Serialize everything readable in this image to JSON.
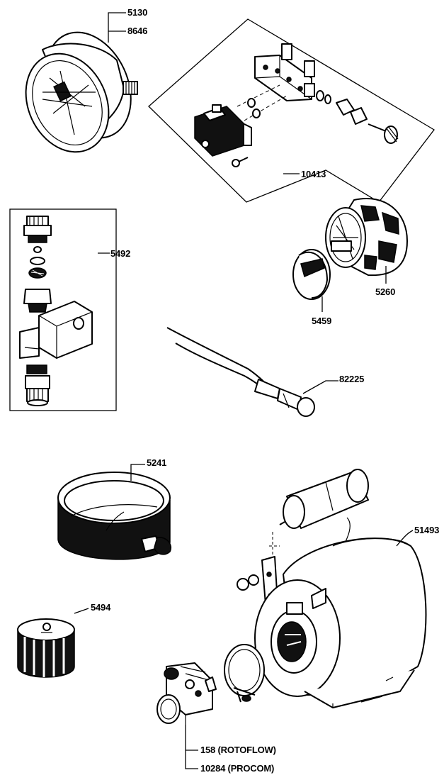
{
  "labels": {
    "pressure_gauge_1": "5130",
    "pressure_gauge_2": "8646",
    "solenoid_valve_assembly": "10413",
    "solenoid_valve_kit": "5492",
    "rotary_switch": "5260",
    "switch_knob": "5459",
    "indicator_light": "82225",
    "drip_tray": "5241",
    "pump_motor": "51493",
    "motor_clamp": "5494",
    "pump_rotoflow": "158 (ROTOFLOW)",
    "pump_procom": "10284 (PROCOM)"
  }
}
